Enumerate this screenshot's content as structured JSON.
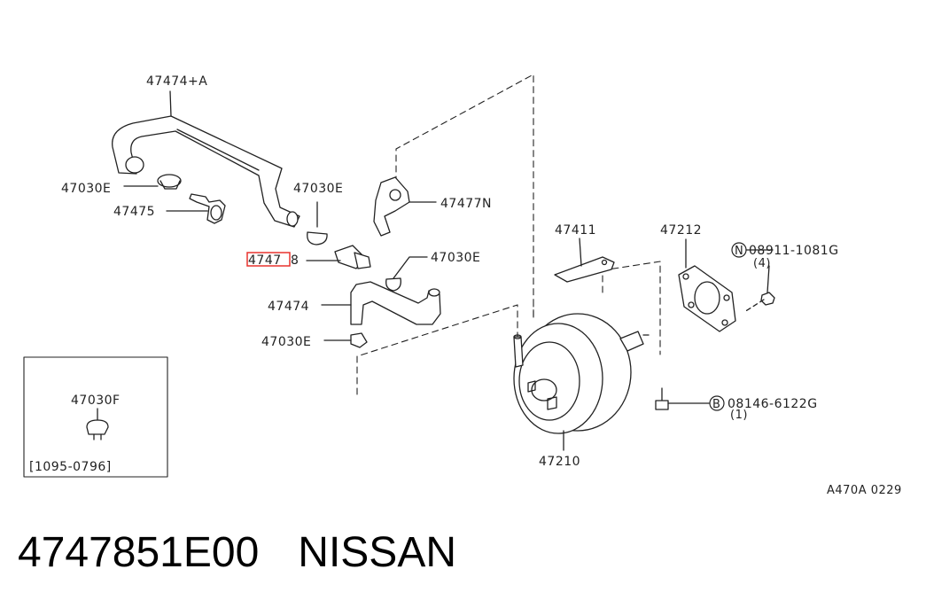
{
  "labels": {
    "p47474A": "47474+A",
    "p47030E_1": "47030E",
    "p47475": "47475",
    "p47030E_2": "47030E",
    "p47477N": "47477N",
    "p4747_hl": "4747",
    "p4747_rest": "8",
    "p47030E_3": "47030E",
    "p47474": "47474",
    "p47030E_4": "47030E",
    "p47411": "47411",
    "p47212": "47212",
    "p08911_circle": "N",
    "p08911": "08911-1081G",
    "p08911_qty": "(4)",
    "p08146_circle": "B",
    "p08146": "08146-6122G",
    "p08146_qty": "(1)",
    "p47210": "47210",
    "inset_part": "47030F",
    "inset_range": "[1095-0796]",
    "diagram_code": "A470A 0229"
  },
  "footer": {
    "part_number": "4747851E00",
    "brand": "NISSAN"
  },
  "colors": {
    "ink": "#222222",
    "highlight": "#e8332e"
  }
}
